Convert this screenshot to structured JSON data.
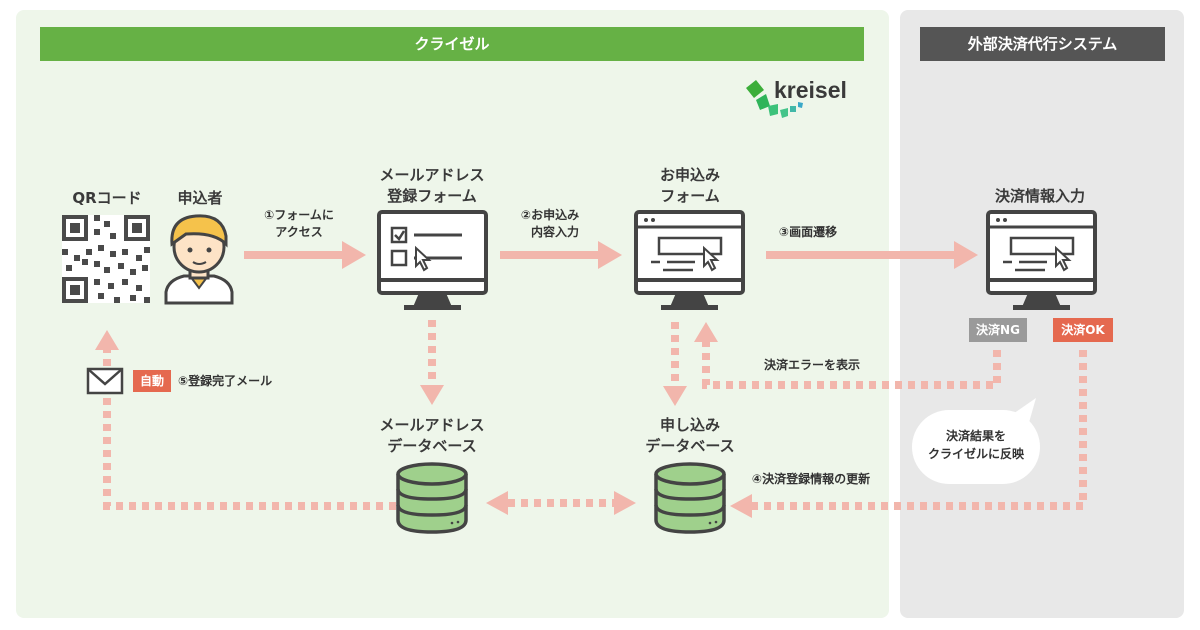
{
  "panels": {
    "kreisel_title": "クライゼル",
    "external_title": "外部決済代行システム"
  },
  "logo": {
    "text": "kreisel"
  },
  "nodes": {
    "qr_label": "QRコード",
    "applicant_label": "申込者",
    "email_form_label_1": "メールアドレス",
    "email_form_label_2": "登録フォーム",
    "apply_form_label_1": "お申込み",
    "apply_form_label_2": "フォーム",
    "payment_input_label": "決済情報入力",
    "email_db_label_1": "メールアドレス",
    "email_db_label_2": "データベース",
    "apply_db_label_1": "申し込み",
    "apply_db_label_2": "データベース"
  },
  "steps": {
    "step1_line1": "①フォームに",
    "step1_line2": "アクセス",
    "step2_line1": "②お申込み",
    "step2_line2": "内容入力",
    "step3": "③画面遷移",
    "step4": "④決済登録情報の更新",
    "step5": "⑤登録完了メール",
    "payment_error": "決済エラーを表示"
  },
  "badges": {
    "ng": "決済NG",
    "ok": "決済OK",
    "auto": "自動"
  },
  "bubble": {
    "line1": "決済結果を",
    "line2": "クライゼルに反映"
  },
  "colors": {
    "green_bar": "#66b145",
    "panel_green": "#eef6ea",
    "panel_gray": "#e8e8e8",
    "dark_bar": "#555555",
    "arrow_pink": "#f2b6ac",
    "accent_red": "#e5694f",
    "db_green": "#9fd08c"
  }
}
